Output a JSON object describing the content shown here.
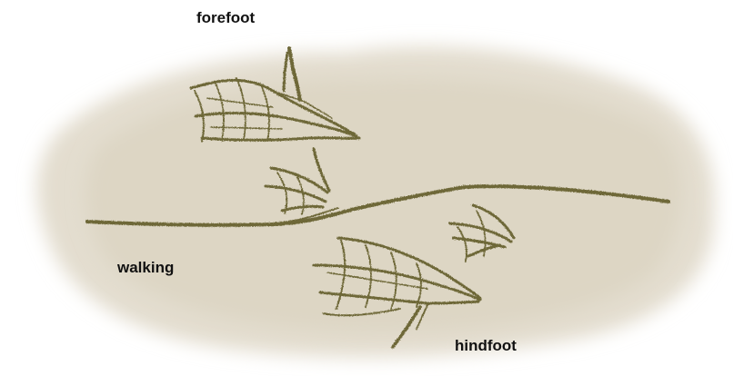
{
  "labels": {
    "forefoot": "forefoot",
    "walking": "walking",
    "hindfoot": "hindfoot"
  },
  "colors": {
    "background_wash": "#e3ddcf",
    "track_ink": "#6e6839",
    "label_text": "#111111"
  },
  "icons": {
    "forefoot_print": "webbed-forefoot-print-icon",
    "hindfoot_print": "webbed-hindfoot-print-icon",
    "small_print": "small-foot-print-icon",
    "tail_drag": "tail-drag-line"
  }
}
